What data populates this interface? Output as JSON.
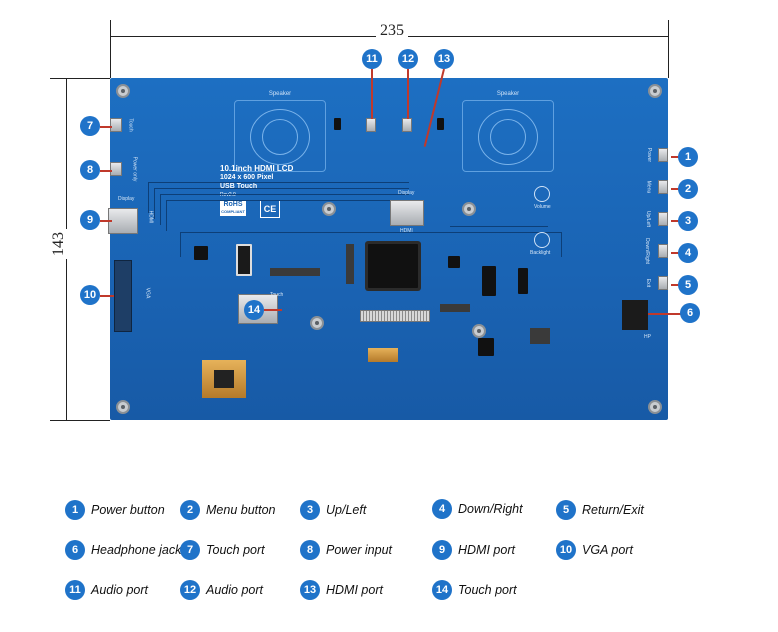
{
  "dimensions": {
    "width_label": "235",
    "height_label": "143"
  },
  "board": {
    "speaker_label": "Speaker",
    "title_lines": [
      "10.1inch HDMI LCD",
      "1024 x 600 Pixel",
      "USB Touch",
      "Rev2.0"
    ],
    "rohs_label": "RoHS",
    "compliant_label": "COMPLIANT",
    "ce_label": "CE",
    "display_label": "Display",
    "hdmi_label": "HDMI",
    "vga_label": "VGA",
    "touch_label": "Touch",
    "power_only_label": "Power only",
    "volume_label": "Volume",
    "backlight_label": "Backlight",
    "hp_label": "HP",
    "side_buttons": [
      "Power",
      "Menu",
      "Up/Left",
      "Down/Right",
      "Exit"
    ]
  },
  "markers": [
    "1",
    "2",
    "3",
    "4",
    "5",
    "6",
    "7",
    "8",
    "9",
    "10",
    "11",
    "12",
    "13",
    "14"
  ],
  "legend": [
    {
      "num": "1",
      "label": "Power button"
    },
    {
      "num": "2",
      "label": "Menu button"
    },
    {
      "num": "3",
      "label": "Up/Left"
    },
    {
      "num": "4",
      "label": "Down/Right"
    },
    {
      "num": "5",
      "label": "Return/Exit"
    },
    {
      "num": "6",
      "label": "Headphone jack"
    },
    {
      "num": "7",
      "label": "Touch port"
    },
    {
      "num": "8",
      "label": "Power input"
    },
    {
      "num": "9",
      "label": "HDMI port"
    },
    {
      "num": "10",
      "label": "VGA port"
    },
    {
      "num": "11",
      "label": "Audio port"
    },
    {
      "num": "12",
      "label": "Audio port"
    },
    {
      "num": "13",
      "label": "HDMI port"
    },
    {
      "num": "14",
      "label": "Touch port"
    }
  ],
  "colors": {
    "board": "#1a63b3",
    "marker": "#1f73c9",
    "leader": "#c0392b"
  }
}
